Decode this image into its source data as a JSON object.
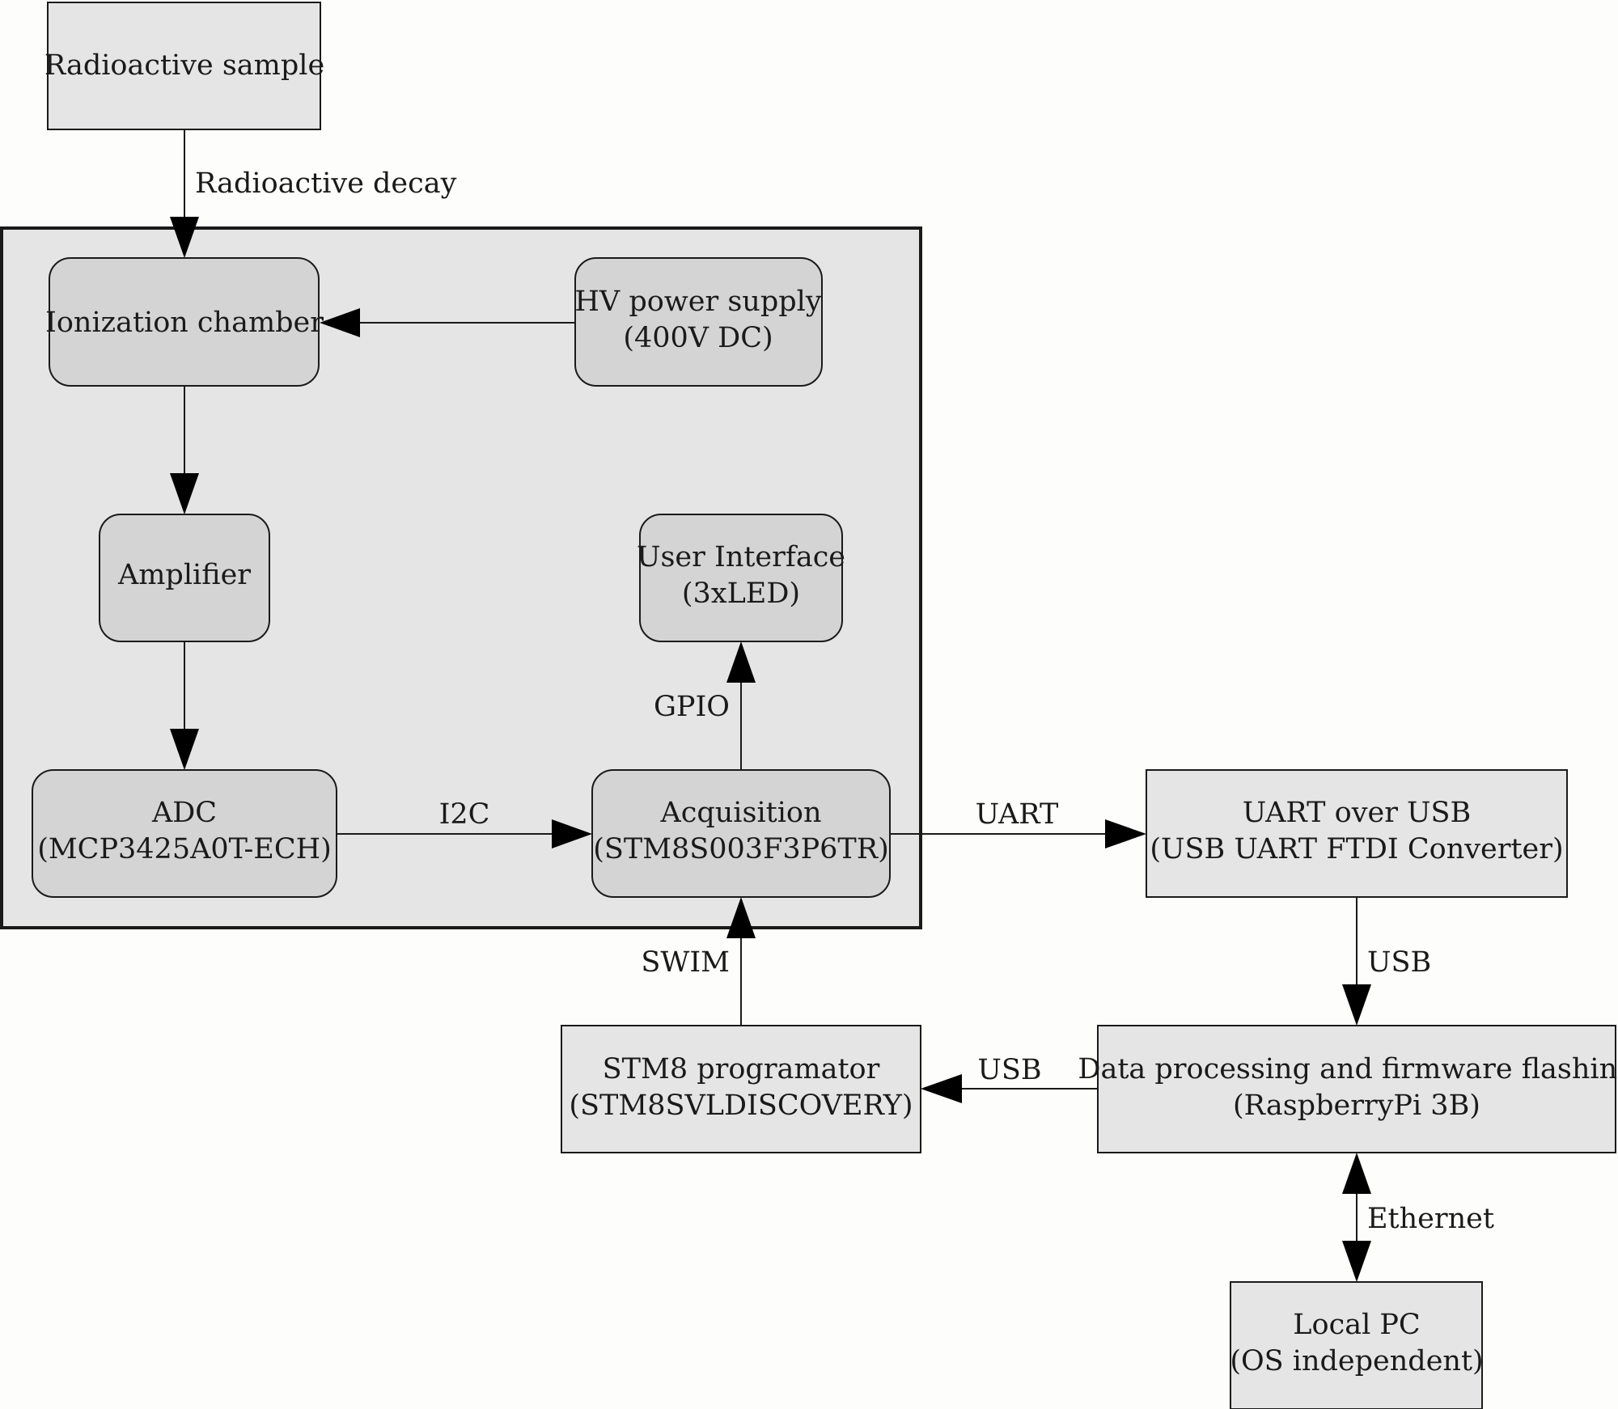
{
  "nodes": {
    "radioactive_sample": {
      "line1": "Radioactive sample"
    },
    "ionization_chamber": {
      "line1": "Ionization chamber"
    },
    "hv_power_supply": {
      "line1": "HV power supply",
      "line2": "(400V DC)"
    },
    "amplifier": {
      "line1": "Amplifier"
    },
    "user_interface": {
      "line1": "User Interface",
      "line2": "(3xLED)"
    },
    "adc": {
      "line1": "ADC",
      "line2": "(MCP3425A0T-ECH)"
    },
    "acquisition": {
      "line1": "Acquisition",
      "line2": "(STM8S003F3P6TR)"
    },
    "uart_over_usb": {
      "line1": "UART over USB",
      "line2": "(USB UART FTDI Converter)"
    },
    "stm8_programator": {
      "line1": "STM8 programator",
      "line2": "(STM8SVLDISCOVERY)"
    },
    "data_processing": {
      "line1": "Data processing and firmware flashing",
      "line2": "(RaspberryPi 3B)"
    },
    "local_pc": {
      "line1": "Local PC",
      "line2": "(OS independent)"
    }
  },
  "edges": {
    "radioactive_decay": "Radioactive decay",
    "gpio": "GPIO",
    "i2c": "I2C",
    "uart": "UART",
    "swim": "SWIM",
    "usb_to_rpi": "USB",
    "usb_to_programator": "USB",
    "ethernet": "Ethernet"
  }
}
